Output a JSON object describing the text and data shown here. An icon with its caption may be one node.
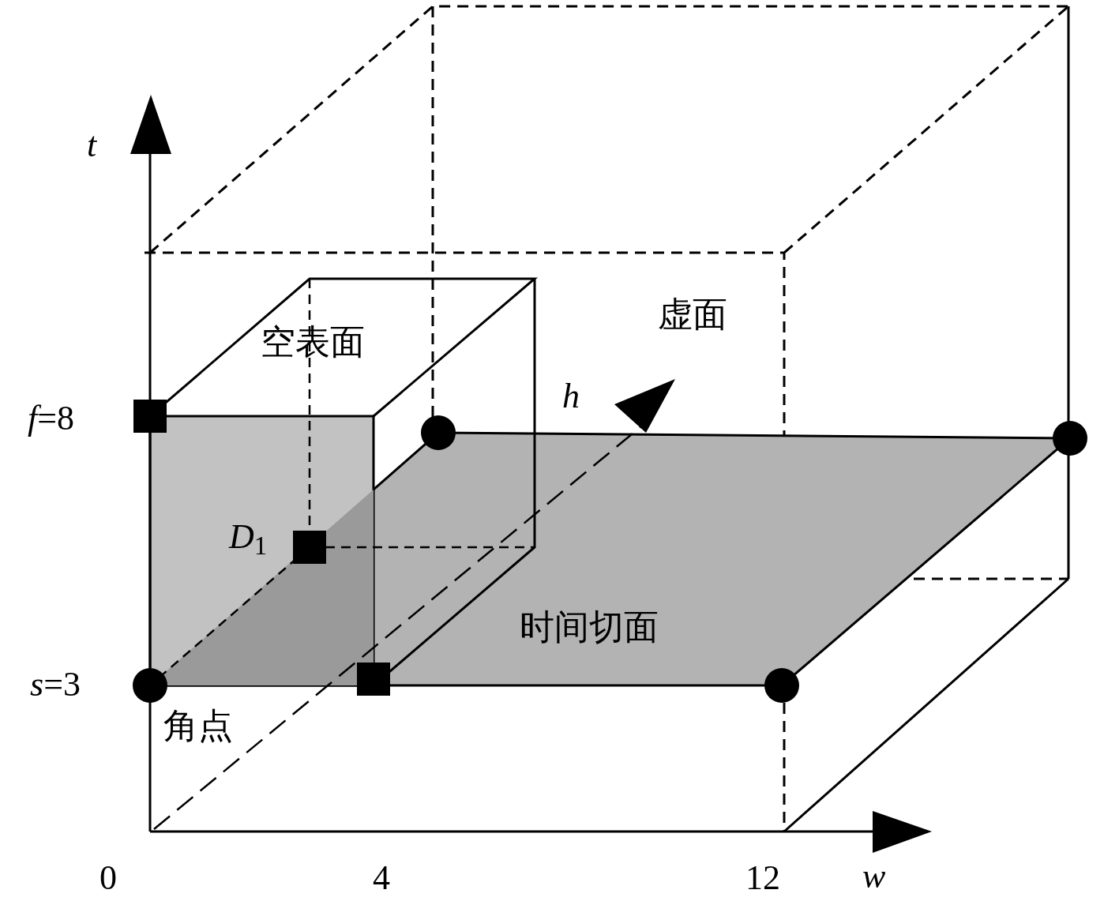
{
  "diagram": {
    "labels": [
      "t",
      "空表面",
      "虚面",
      "h",
      "*f*=8",
      "*D*$_{1}$",
      "时间切面",
      "*s*=3",
      "角点",
      "0",
      "4",
      "12",
      "w"
    ]
  }
}
